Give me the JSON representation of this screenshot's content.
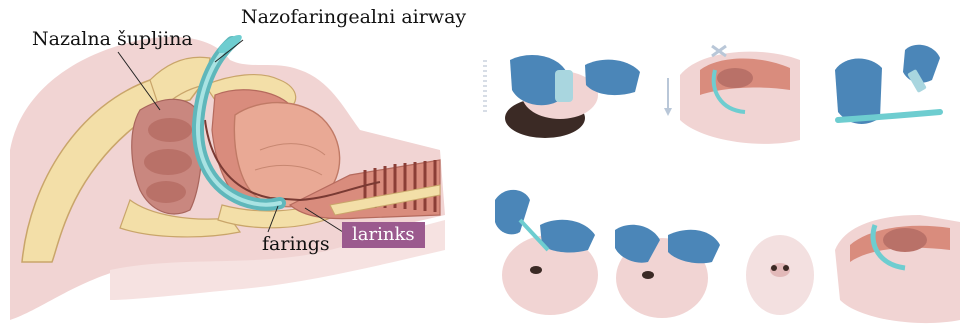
{
  "labels": {
    "airway": "Nazofaringealni airway",
    "nasal_cavity": "Nazalna šupljina",
    "pharynx": "farings",
    "larynx": "larinks"
  },
  "colors": {
    "skin": "#f1d4d3",
    "muscle": "#d98c7d",
    "bone": "#f3dfa8",
    "tube": "#6ecdd0",
    "glove": "#4b86b8",
    "label_box": "#9b5a8e"
  },
  "panels": {
    "count": 7
  }
}
